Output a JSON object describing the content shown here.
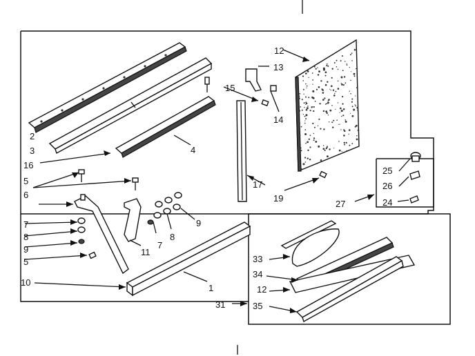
{
  "labels": {
    "n1": "1",
    "n2": "2",
    "n3": "3",
    "n4": "4",
    "n5a": "5",
    "n5b": "5",
    "n6": "6",
    "n7a": "7",
    "n7b": "7",
    "n8a": "8",
    "n8b": "8",
    "n9a": "9",
    "n9b": "9",
    "n10": "10",
    "n11": "11",
    "n12a": "12",
    "n12b": "12",
    "n13": "13",
    "n14": "14",
    "n15": "15",
    "n16": "16",
    "n17": "17",
    "n19": "19",
    "n24": "24",
    "n25": "25",
    "n26": "26",
    "n27": "27",
    "n31": "31",
    "n33": "33",
    "n34": "34",
    "n35": "35"
  }
}
